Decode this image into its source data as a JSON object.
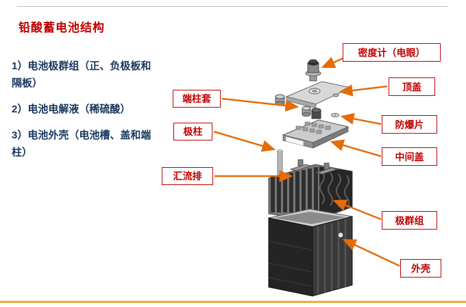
{
  "title": "铅酸蓄电池结构",
  "list": {
    "items": [
      "1）电池极群组（正、负极板和隔板）",
      "2）电池电解液（稀硫酸）",
      "3）电池外壳（电池槽、盖和端柱）"
    ]
  },
  "callouts": [
    {
      "id": "density-meter",
      "label": "密度计（电眼）"
    },
    {
      "id": "terminal-sleeve",
      "label": "端柱套"
    },
    {
      "id": "top-cover",
      "label": "顶盖"
    },
    {
      "id": "pole-post",
      "label": "极柱"
    },
    {
      "id": "vent-disc",
      "label": "防爆片"
    },
    {
      "id": "middle-cover",
      "label": "中间盖"
    },
    {
      "id": "busbar",
      "label": "汇流排"
    },
    {
      "id": "plate-group",
      "label": "极群组"
    },
    {
      "id": "case",
      "label": "外壳"
    }
  ],
  "colors": {
    "title_red": "#C00000",
    "list_blue": "#17365D",
    "callout_red": "#C00000",
    "arrow_orange": "#E36C09",
    "bottom_rule_orange": "#F2A93B"
  }
}
